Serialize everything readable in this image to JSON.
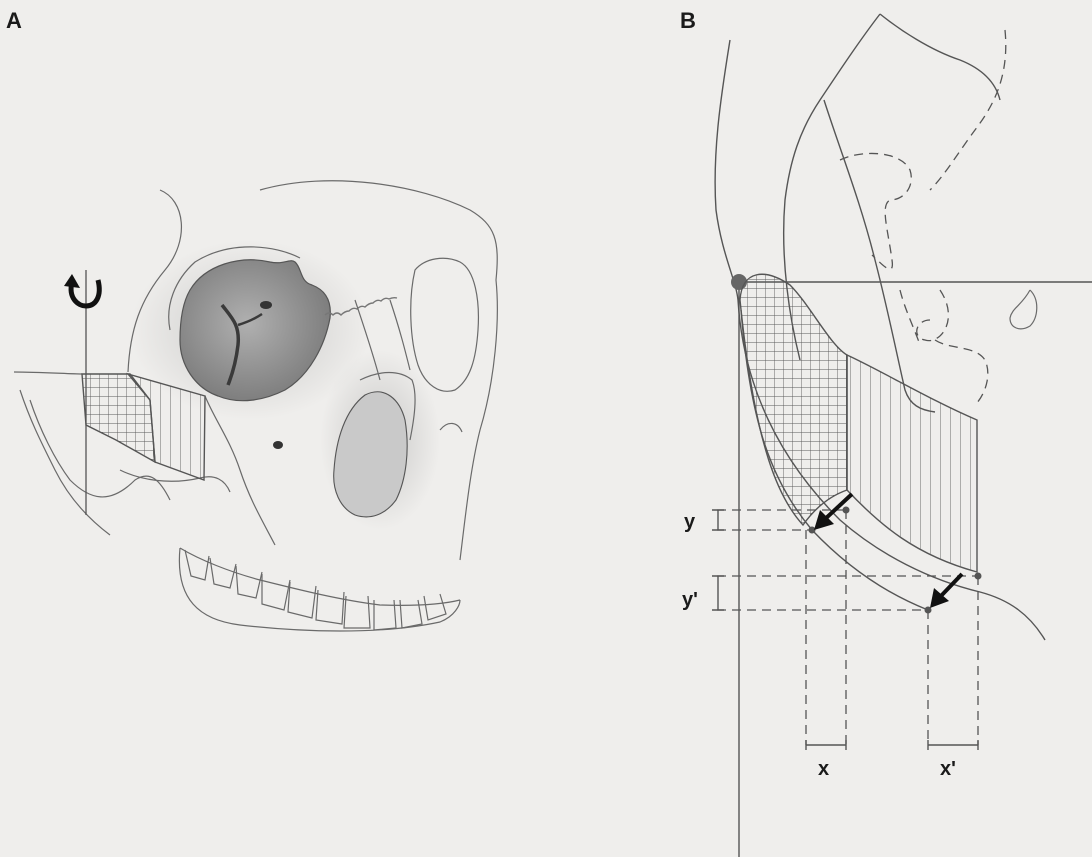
{
  "panels": {
    "a": {
      "label": "A"
    },
    "b": {
      "label": "B"
    }
  },
  "measurements": {
    "y": "y",
    "y_prime": "y'",
    "x": "x",
    "x_prime": "x'"
  },
  "colors": {
    "background": "#efeeec",
    "line": "#555555",
    "orbit_shade": "#8a8a8a"
  }
}
